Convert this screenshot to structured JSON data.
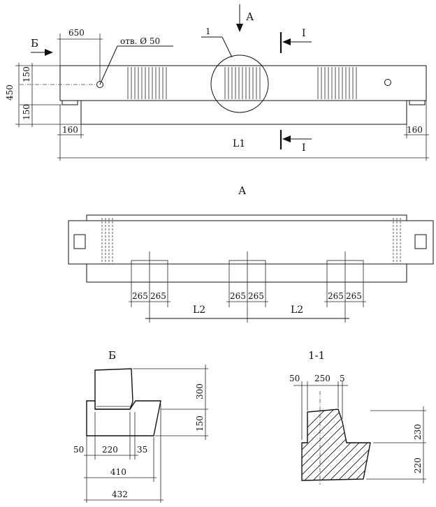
{
  "top_view": {
    "arrow_a": "А",
    "arrow_b": "Б",
    "section_1": "I",
    "callout": "1",
    "hole_label": "отв. Ø 50",
    "dims": {
      "d650": "650",
      "d450": "450",
      "d150a": "150",
      "d150b": "150",
      "d160l": "160",
      "d160r": "160",
      "L1": "L1"
    }
  },
  "view_a": {
    "title": "А",
    "dims": {
      "a1": "265",
      "a2": "265",
      "b1": "265",
      "b2": "265",
      "c1": "265",
      "c2": "265",
      "L2a": "L2",
      "L2b": "L2"
    }
  },
  "view_b": {
    "title": "Б",
    "dims": {
      "h300": "300",
      "h150": "150",
      "w50": "50",
      "w220": "220",
      "w35": "35",
      "w410": "410",
      "w432": "432"
    }
  },
  "section_11": {
    "title": "1-1",
    "dims": {
      "t50": "50",
      "t250": "250",
      "t5": "5",
      "h230": "230",
      "h220": "220"
    }
  }
}
